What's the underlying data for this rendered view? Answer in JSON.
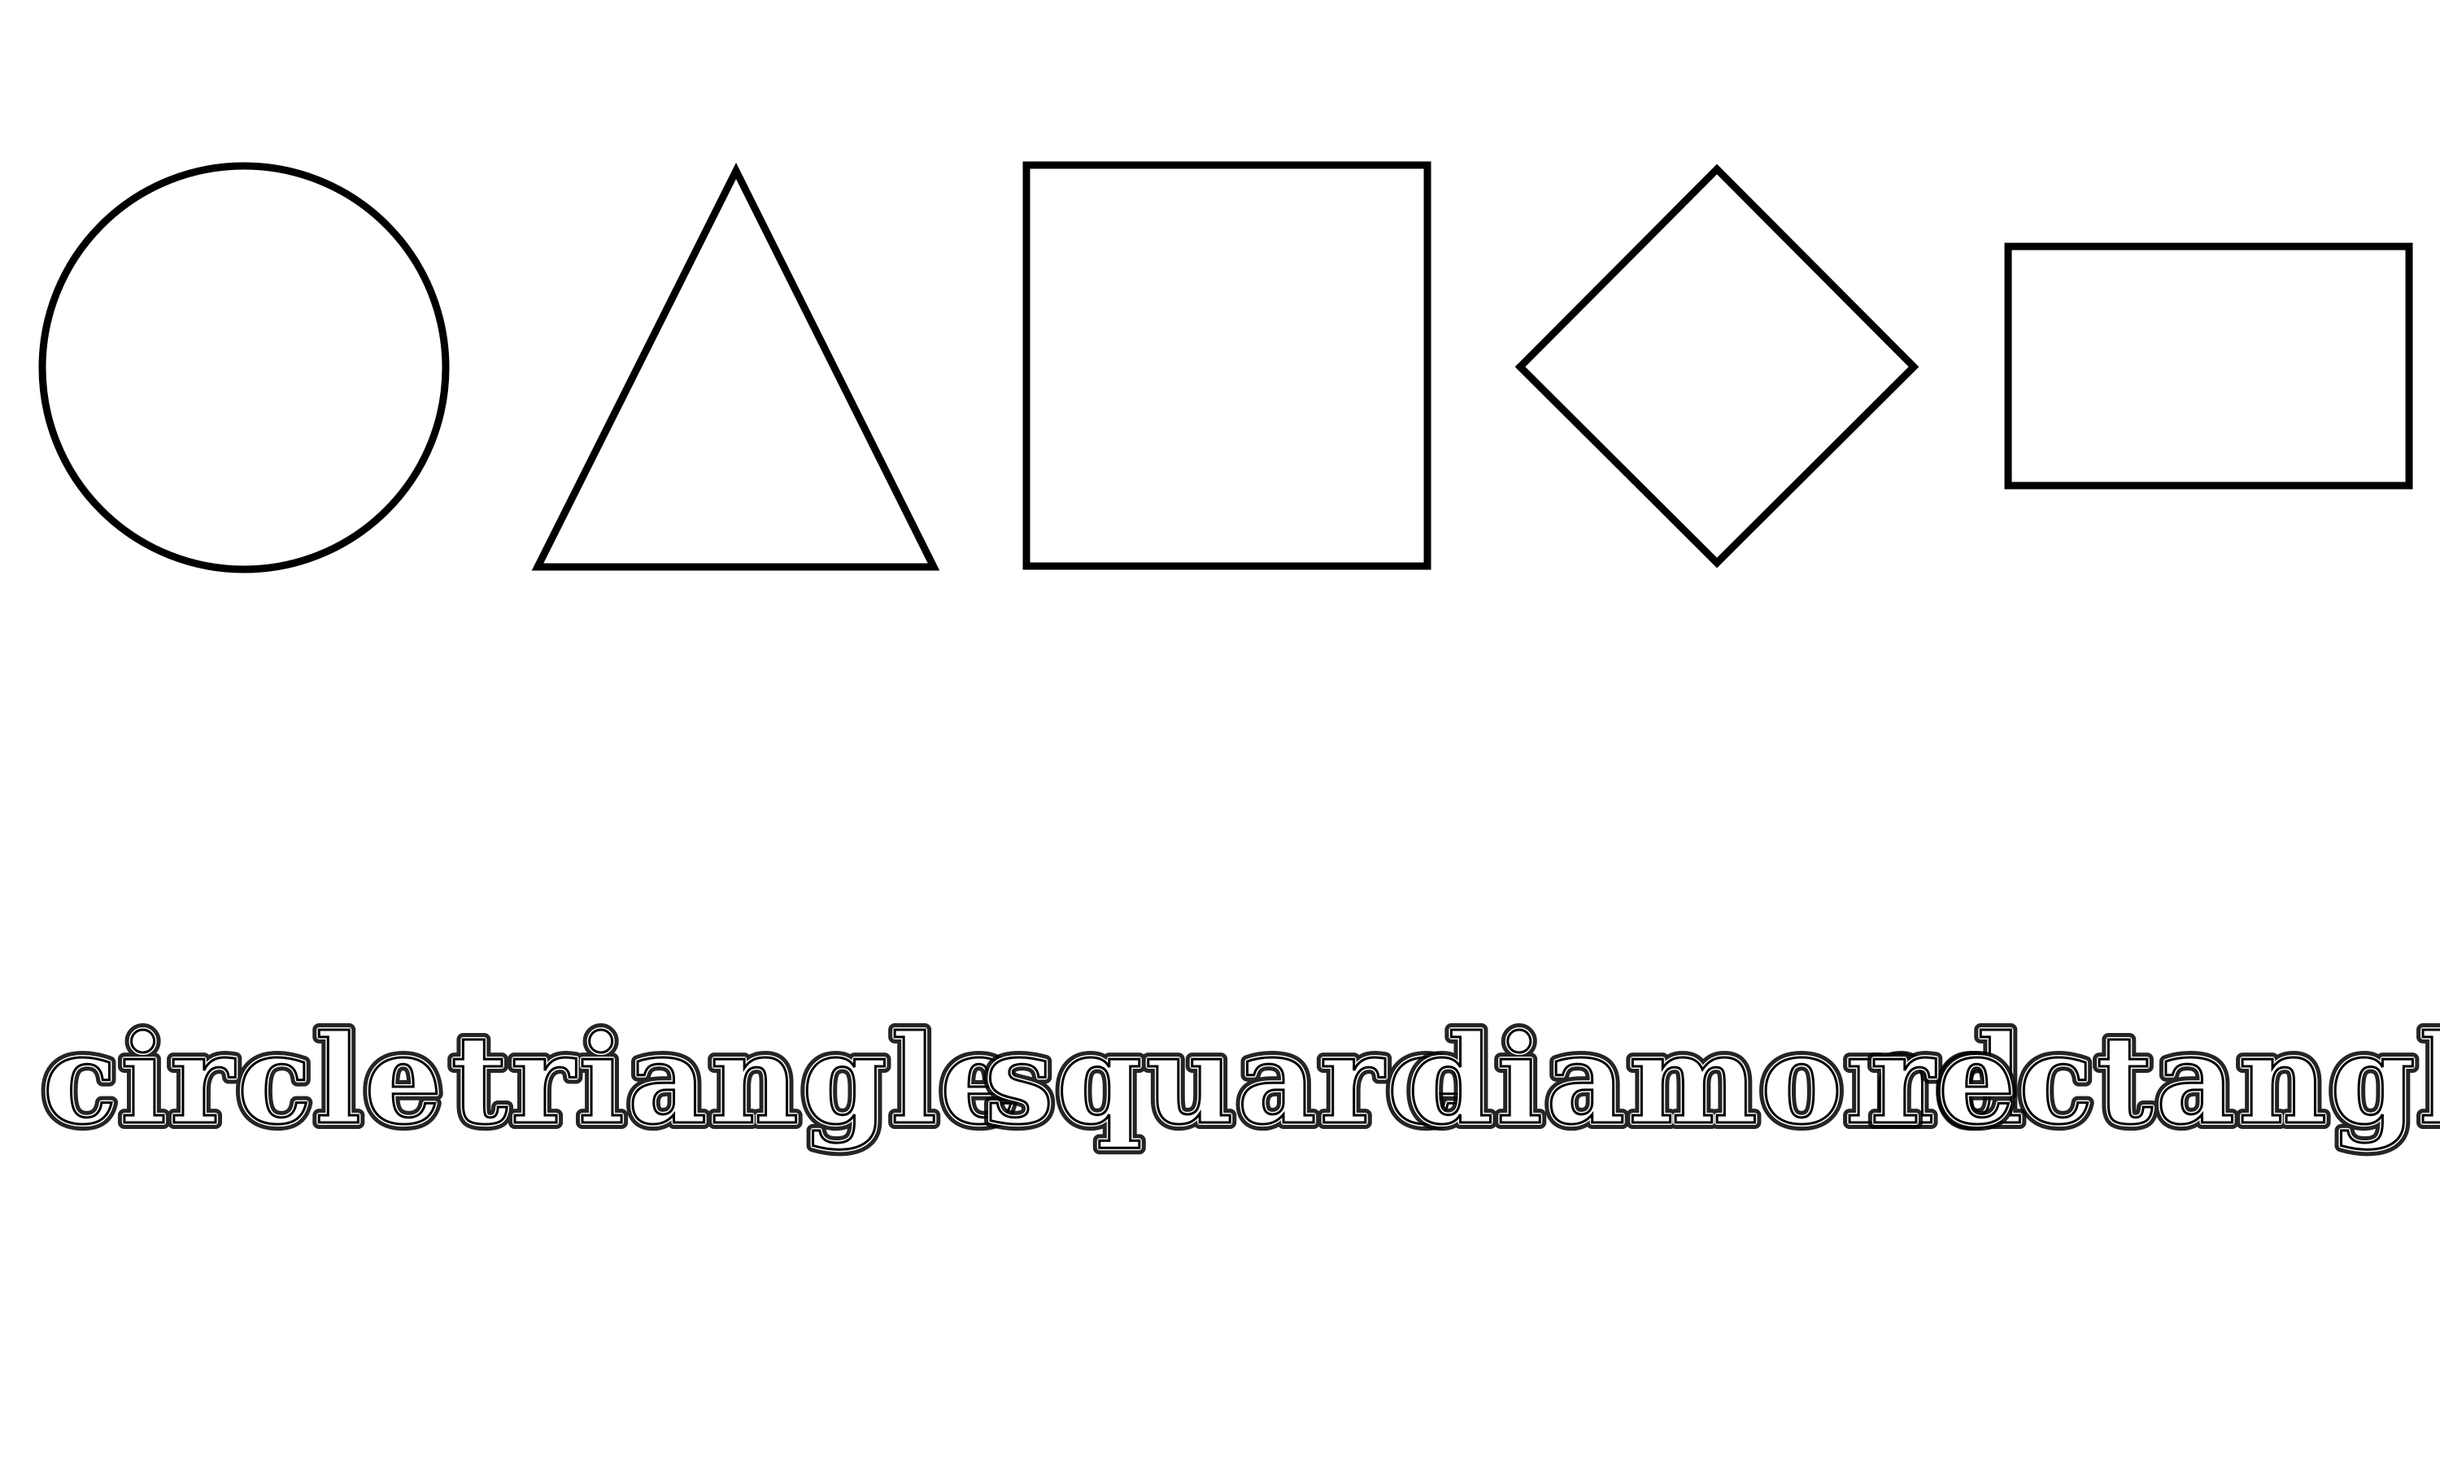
{
  "shapes": [
    {
      "id": "circle",
      "label": "circle"
    },
    {
      "id": "triangle",
      "label": "triangle"
    },
    {
      "id": "square",
      "label": "square"
    },
    {
      "id": "diamond",
      "label": "diamond"
    },
    {
      "id": "rectangle",
      "label": "rectangle"
    }
  ],
  "colors": {
    "background": "#ffffff",
    "outline": "#000000"
  }
}
